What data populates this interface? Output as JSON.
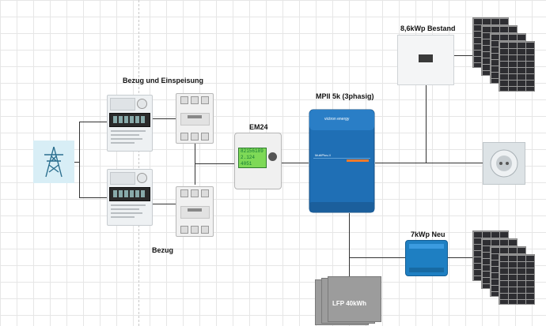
{
  "labels": {
    "bestand": "8,6kWp Bestand",
    "bezug_einspeisung": "Bezug und Einspeisung",
    "mp2": "MPII 5k (3phasig)",
    "em24": "EM24",
    "bezug": "Bezug",
    "neu": "7kWp Neu",
    "battery": "LFP 40kWh"
  },
  "devices": {
    "em24_display": [
      "82156189",
      "2.124",
      "4051"
    ],
    "inverter_brand": "victron energy",
    "inverter_model": "MultiPlus-II"
  },
  "icons": {
    "grid": "power-tower-icon",
    "socket": "power-socket-icon"
  },
  "colors": {
    "inverter_blue": "#1f6fb5",
    "mppt_blue": "#1e7fc2",
    "grid_box": "#d8eef6",
    "em24_screen": "#7ed957",
    "battery": "#9c9c9c",
    "panel": "#2e2e32"
  }
}
